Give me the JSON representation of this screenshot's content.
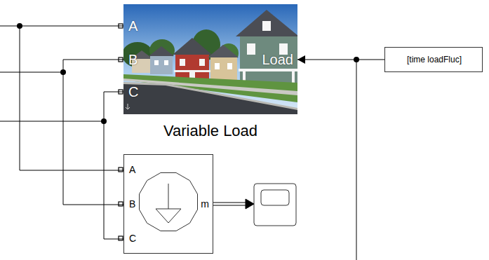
{
  "diagram": {
    "nodes": [
      {
        "text": [
          "A",
          "B",
          "C",
          "Load",
          "Variable Load"
        ]
      },
      {
        "text": [
          "A",
          "B",
          "C",
          "m"
        ]
      },
      {
        "text": [
          "[time loadFluc]"
        ]
      }
    ],
    "edges": [
      {
        "from": 2,
        "to": 0,
        "arrow": "to"
      },
      {
        "from": 0,
        "to": 1,
        "arrow": "none"
      },
      {
        "from": 0,
        "to": 1,
        "arrow": "none"
      },
      {
        "from": 0,
        "to": 1,
        "arrow": "none"
      }
    ]
  }
}
